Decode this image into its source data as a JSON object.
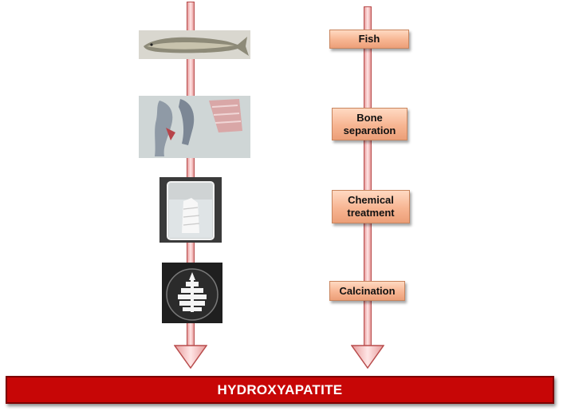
{
  "process": {
    "steps": [
      {
        "label": "Fish"
      },
      {
        "label": "Bone\nseparation"
      },
      {
        "label": "Chemical\ntreatment"
      },
      {
        "label": "Calcination"
      }
    ],
    "photos": [
      {
        "icon": "fish-photo"
      },
      {
        "icon": "bone-separation-photo"
      },
      {
        "icon": "chemical-treatment-beaker-photo"
      },
      {
        "icon": "calcined-bones-dish-photo"
      }
    ]
  },
  "result": {
    "label": "HYDROXYAPATITE"
  },
  "colors": {
    "arrow_fill": "#f2b8b8",
    "arrow_border": "#b84c4c",
    "step_box": "#f7b592",
    "banner": "#c70606"
  }
}
